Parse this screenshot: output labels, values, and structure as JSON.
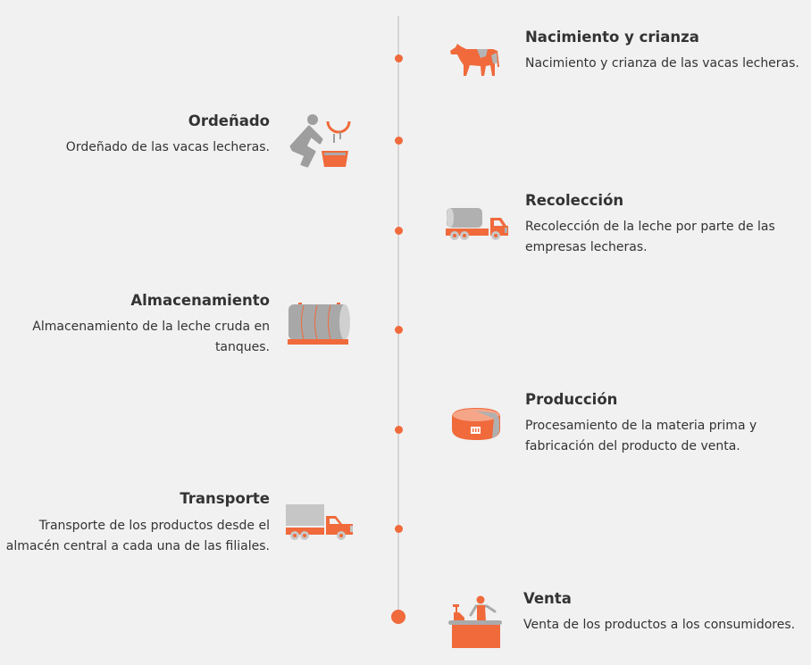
{
  "colors": {
    "accent": "#f06a3c",
    "gray": "#aaaaaa",
    "line": "#d6d6d6"
  },
  "steps": [
    {
      "title": "Nacimiento y crianza",
      "desc": "Nacimiento y crianza de las vacas lecheras.",
      "icon": "cow-icon"
    },
    {
      "title": "Ordeñado",
      "desc": "Ordeñado de las vacas lecheras.",
      "icon": "milking-icon"
    },
    {
      "title": "Recolección",
      "desc": "Recolección de la leche por parte de las empresas lecheras.",
      "icon": "tanker-truck-icon"
    },
    {
      "title": "Almacenamiento",
      "desc": "Almacenamiento de la leche cruda en tanques.",
      "icon": "storage-tank-icon"
    },
    {
      "title": "Producción",
      "desc": "Procesamiento de la materia prima y fabricación del producto de venta.",
      "icon": "cheese-icon"
    },
    {
      "title": "Transporte",
      "desc": "Transporte de los productos desde el almacén central a cada una de las filiales.",
      "icon": "delivery-truck-icon"
    },
    {
      "title": "Venta",
      "desc": "Venta de los productos a los consumidores.",
      "icon": "cashier-icon"
    }
  ]
}
